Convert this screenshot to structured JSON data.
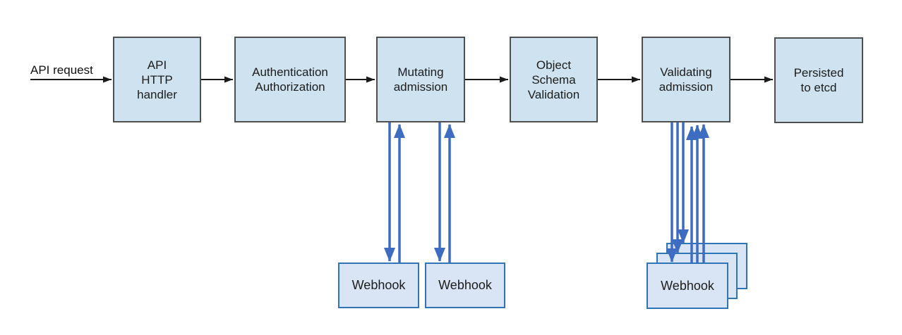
{
  "diagram": {
    "api_request_label": "API request",
    "stages": [
      {
        "id": "api-http-handler",
        "label": "API\nHTTP\nhandler"
      },
      {
        "id": "authentication-authorization",
        "label": "Authentication\nAuthorization"
      },
      {
        "id": "mutating-admission",
        "label": "Mutating\nadmission"
      },
      {
        "id": "object-schema-validation",
        "label": "Object\nSchema\nValidation"
      },
      {
        "id": "validating-admission",
        "label": "Validating\nadmission"
      },
      {
        "id": "persisted-to-etcd",
        "label": "Persisted\nto etcd"
      }
    ],
    "webhooks": {
      "mutating": [
        {
          "label": "Webhook"
        },
        {
          "label": "Webhook"
        }
      ],
      "validating": [
        {
          "label": "Webhook"
        }
      ]
    },
    "colors": {
      "stage_fill": "#cfe2f0",
      "stage_border": "#4f4f4f",
      "webhook_fill": "#d9e5f4",
      "webhook_border": "#2f74b5",
      "flow_arrow": "#1a1a1a",
      "webhook_arrow": "#3d6cc0"
    }
  }
}
